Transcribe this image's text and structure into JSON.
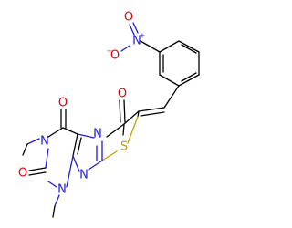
{
  "molecule": {
    "atoms": {
      "nitro_O_top": "O",
      "nitro_N": "N",
      "nitro_charge_plus": "+",
      "nitro_O_left": "O",
      "nitro_charge_minus": "−",
      "exo_O": "O",
      "ring_N_bridge": "N",
      "ring_S": "S",
      "ring_N_lower": "N",
      "carbonyl_O_top": "O",
      "carbonyl_O_bottom": "O",
      "N_methyl_top": "N",
      "N_methyl_bottom": "N"
    },
    "colors": {
      "oxygen": "#e8000b",
      "nitrogen": "#1c1cd6",
      "sulfur": "#c8a000",
      "carbon": "#000000"
    }
  }
}
